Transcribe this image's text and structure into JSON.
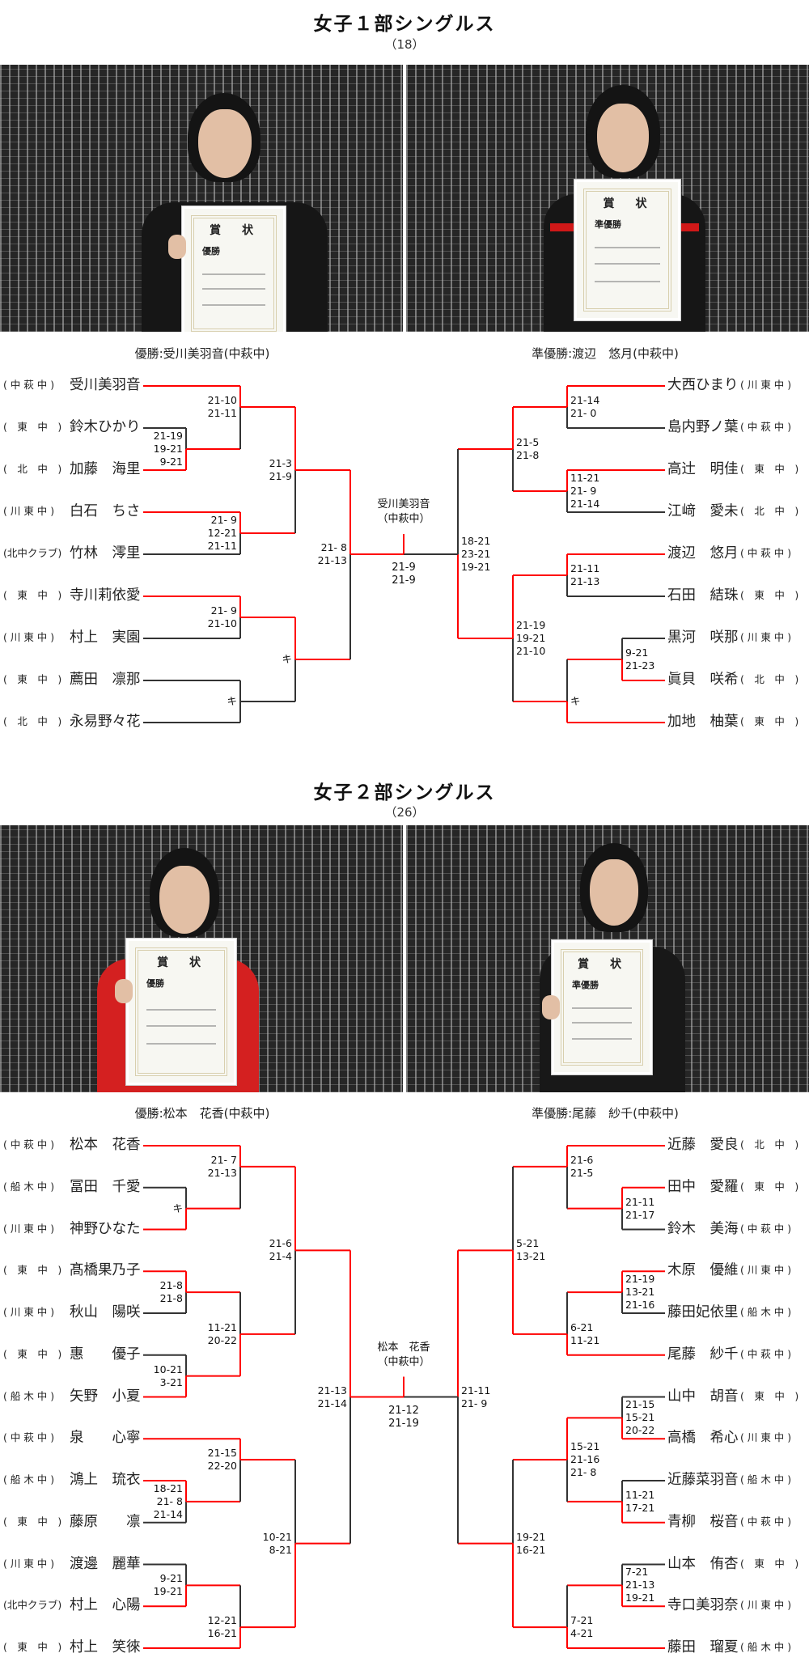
{
  "colors": {
    "win_line": "#ff0000",
    "line": "#333333"
  },
  "sections": [
    {
      "title": "女子１部シングルス",
      "subtitle": "（18）",
      "photos": [
        {
          "certificate_heading": "賞　状",
          "rank": "優勝"
        },
        {
          "certificate_heading": "賞　状",
          "rank": "準優勝"
        }
      ],
      "champion_label": "優勝:受川美羽音(中萩中)",
      "runnerup_label": "準優勝:渡辺　悠月(中萩中)",
      "final": {
        "winner_name": "受川美羽音",
        "winner_school": "（中萩中）",
        "winner_side": "left",
        "scores": [
          "21-9",
          "21-9"
        ]
      },
      "left": {
        "players": [
          {
            "school": "( 中 萩 中 )",
            "name": "受川美羽音"
          },
          {
            "school": "(　東　中　)",
            "name": "鈴木ひかり"
          },
          {
            "school": "(　北　中　)",
            "name": "加藤　海里"
          },
          {
            "school": "( 川 東 中 )",
            "name": "白石　ちさ"
          },
          {
            "school": "(北中クラブ)",
            "name": "竹林　澪里"
          },
          {
            "school": "(　東　中　)",
            "name": "寺川莉依愛"
          },
          {
            "school": "( 川 東 中 )",
            "name": "村上　実園"
          },
          {
            "school": "(　東　中　)",
            "name": "薦田　凛那"
          },
          {
            "school": "(　北　中　)",
            "name": "永易野々花"
          }
        ],
        "matches": [
          {
            "winner": 1,
            "scores": [
              "21-19",
              "19-21",
              "9-21"
            ]
          },
          {
            "winner": 0,
            "scores": [
              "21-10",
              "21-11"
            ]
          },
          {
            "winner": 0,
            "scores": [
              "21- 9",
              "12-21",
              "21-11"
            ]
          },
          {
            "winner": 0,
            "scores": [
              "21-3",
              "21-9"
            ]
          },
          {
            "winner": 0,
            "scores": [
              "21- 9",
              "21-10"
            ]
          },
          {
            "winner": null,
            "scores": [
              "キ"
            ]
          },
          {
            "winner": 0,
            "scores": [
              "キ"
            ]
          },
          {
            "winner": 0,
            "scores": [
              "21- 8",
              "21-13"
            ]
          }
        ]
      },
      "right": {
        "players": [
          {
            "school": "( 川 東 中 )",
            "name": "大西ひまり"
          },
          {
            "school": "( 中 萩 中 )",
            "name": "島内野ノ葉"
          },
          {
            "school": "(　東　中　)",
            "name": "高辻　明佳"
          },
          {
            "school": "(　北　中　)",
            "name": "江﨑　愛未"
          },
          {
            "school": "( 中 萩 中 )",
            "name": "渡辺　悠月"
          },
          {
            "school": "(　東　中　)",
            "name": "石田　結珠"
          },
          {
            "school": "( 川 東 中 )",
            "name": "黒河　咲那"
          },
          {
            "school": "(　北　中　)",
            "name": "眞貝　咲希"
          },
          {
            "school": "(　東　中　)",
            "name": "加地　柚葉"
          }
        ],
        "matches": [
          {
            "winner": 0,
            "scores": [
              "21-14",
              "21- 0"
            ]
          },
          {
            "winner": 0,
            "scores": [
              "11-21",
              "21- 9",
              "21-14"
            ]
          },
          {
            "winner": 0,
            "scores": [
              "21-5",
              "21-8"
            ]
          },
          {
            "winner": 0,
            "scores": [
              "21-11",
              "21-13"
            ]
          },
          {
            "winner": 1,
            "scores": [
              "9-21",
              "21-23"
            ]
          },
          {
            "winner": 1,
            "scores": [
              "キ"
            ]
          },
          {
            "winner": 0,
            "scores": [
              "21-19",
              "19-21",
              "21-10"
            ]
          },
          {
            "winner": 1,
            "scores": [
              "18-21",
              "23-21",
              "19-21"
            ]
          }
        ]
      }
    },
    {
      "title": "女子２部シングルス",
      "subtitle": "（26）",
      "photos": [
        {
          "certificate_heading": "賞　状",
          "rank": "優勝"
        },
        {
          "certificate_heading": "賞　状",
          "rank": "準優勝"
        }
      ],
      "champion_label": "優勝:松本　花香(中萩中)",
      "runnerup_label": "準優勝:尾藤　紗千(中萩中)",
      "final": {
        "winner_name": "松本　花香",
        "winner_school": "（中萩中）",
        "winner_side": "left",
        "scores": [
          "21-12",
          "21-19"
        ]
      },
      "left": {
        "players": [
          {
            "school": "( 中 萩 中 )",
            "name": "松本　花香"
          },
          {
            "school": "( 船 木 中 )",
            "name": "冨田　千愛"
          },
          {
            "school": "( 川 東 中 )",
            "name": "神野ひなた"
          },
          {
            "school": "(　東　中　)",
            "name": "髙橋果乃子"
          },
          {
            "school": "( 川 東 中 )",
            "name": "秋山　陽咲"
          },
          {
            "school": "(　東　中　)",
            "name": "惠　　優子"
          },
          {
            "school": "( 船 木 中 )",
            "name": "矢野　小夏"
          },
          {
            "school": "( 中 萩 中 )",
            "name": "泉　　心寧"
          },
          {
            "school": "( 船 木 中 )",
            "name": "鴻上　琉衣"
          },
          {
            "school": "(　東　中　)",
            "name": "藤原　　凛"
          },
          {
            "school": "( 川 東 中 )",
            "name": "渡邊　麗華"
          },
          {
            "school": "(北中クラブ)",
            "name": "村上　心陽"
          },
          {
            "school": "(　東　中　)",
            "name": "村上　笑徠"
          }
        ],
        "matches": [
          {
            "winner": 1,
            "scores": [
              "キ"
            ]
          },
          {
            "winner": 0,
            "scores": [
              "21- 7",
              "21-13"
            ]
          },
          {
            "winner": 0,
            "scores": [
              "21-8",
              "21-8"
            ]
          },
          {
            "winner": 1,
            "scores": [
              "10-21",
              "3-21"
            ]
          },
          {
            "winner": 1,
            "scores": [
              "11-21",
              "20-22"
            ]
          },
          {
            "winner": 0,
            "scores": [
              "21-6",
              "21-4"
            ]
          },
          {
            "winner": 0,
            "scores": [
              "18-21",
              "21- 8",
              "21-14"
            ]
          },
          {
            "winner": 0,
            "scores": [
              "21-15",
              "22-20"
            ]
          },
          {
            "winner": 1,
            "scores": [
              "9-21",
              "19-21"
            ]
          },
          {
            "winner": 1,
            "scores": [
              "12-21",
              "16-21"
            ]
          },
          {
            "winner": 1,
            "scores": [
              "10-21",
              "8-21"
            ]
          },
          {
            "winner": 0,
            "scores": [
              "21-13",
              "21-14"
            ]
          }
        ]
      },
      "right": {
        "players": [
          {
            "school": "(　北　中　)",
            "name": "近藤　愛良"
          },
          {
            "school": "(　東　中　)",
            "name": "田中　愛羅"
          },
          {
            "school": "( 中 萩 中 )",
            "name": "鈴木　美海"
          },
          {
            "school": "( 川 東 中 )",
            "name": "木原　優維"
          },
          {
            "school": "( 船 木 中 )",
            "name": "藤田妃依里"
          },
          {
            "school": "( 中 萩 中 )",
            "name": "尾藤　紗千"
          },
          {
            "school": "(　東　中　)",
            "name": "山中　胡音"
          },
          {
            "school": "( 川 東 中 )",
            "name": "高橋　希心"
          },
          {
            "school": "( 船 木 中 )",
            "name": "近藤菜羽音"
          },
          {
            "school": "( 中 萩 中 )",
            "name": "青柳　桜音"
          },
          {
            "school": "(　東　中　)",
            "name": "山本　侑杏"
          },
          {
            "school": "( 川 東 中 )",
            "name": "寺口美羽奈"
          },
          {
            "school": "( 船 木 中 )",
            "name": "藤田　瑠夏"
          }
        ],
        "matches": [
          {
            "winner": 0,
            "scores": [
              "21-11",
              "21-17"
            ]
          },
          {
            "winner": 0,
            "scores": [
              "21-6",
              "21-5"
            ]
          },
          {
            "winner": 0,
            "scores": [
              "21-19",
              "13-21",
              "21-16"
            ]
          },
          {
            "winner": 1,
            "scores": [
              "6-21",
              "11-21"
            ]
          },
          {
            "winner": 1,
            "scores": [
              "5-21",
              "13-21"
            ]
          },
          {
            "winner": 1,
            "scores": [
              "21-15",
              "15-21",
              "20-22"
            ]
          },
          {
            "winner": 1,
            "scores": [
              "11-21",
              "17-21"
            ]
          },
          {
            "winner": 0,
            "scores": [
              "15-21",
              "21-16",
              "21- 8"
            ]
          },
          {
            "winner": 1,
            "scores": [
              "7-21",
              "21-13",
              "19-21"
            ]
          },
          {
            "winner": 1,
            "scores": [
              "7-21",
              "4-21"
            ]
          },
          {
            "winner": 1,
            "scores": [
              "19-21",
              "16-21"
            ]
          },
          {
            "winner": 0,
            "scores": [
              "21-11",
              "21- 9"
            ]
          }
        ]
      }
    }
  ]
}
